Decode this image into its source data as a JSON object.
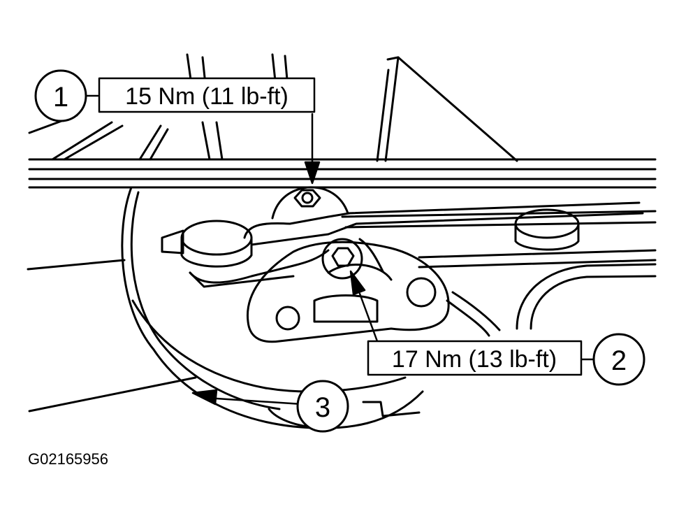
{
  "callouts": [
    {
      "number": "1",
      "torque": "15 Nm (11 lb-ft)"
    },
    {
      "number": "2",
      "torque": "17 Nm (13 lb-ft)"
    },
    {
      "number": "3"
    }
  ],
  "figure_id": "G02165956"
}
